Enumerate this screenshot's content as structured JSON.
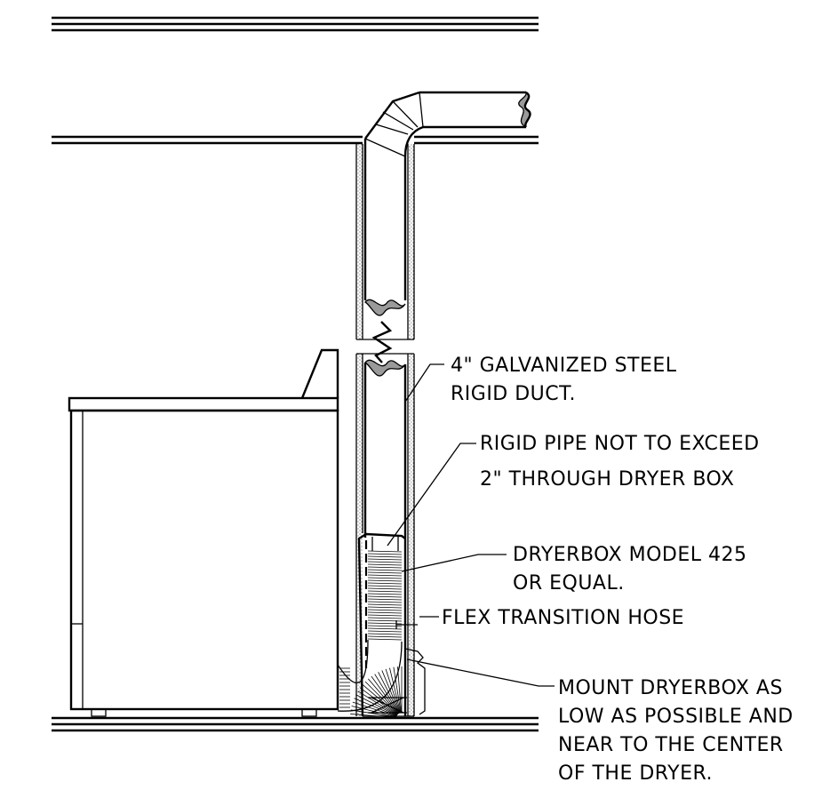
{
  "notes": {
    "duct": [
      "4\" GALVANIZED STEEL",
      "RIGID DUCT."
    ],
    "rigid_pipe": [
      "RIGID PIPE NOT TO EXCEED",
      "2\" THROUGH DRYER BOX"
    ],
    "dryerbox": [
      "DRYERBOX MODEL 425",
      "OR EQUAL."
    ],
    "flex_hose": [
      "FLEX TRANSITION HOSE"
    ],
    "mount": [
      "MOUNT DRYERBOX AS",
      "LOW AS POSSIBLE AND",
      "NEAR TO THE CENTER",
      "OF THE DRYER."
    ]
  },
  "colors": {
    "line": "#000000",
    "duct_end_fill": "#9a9a9a",
    "background": "#ffffff"
  }
}
